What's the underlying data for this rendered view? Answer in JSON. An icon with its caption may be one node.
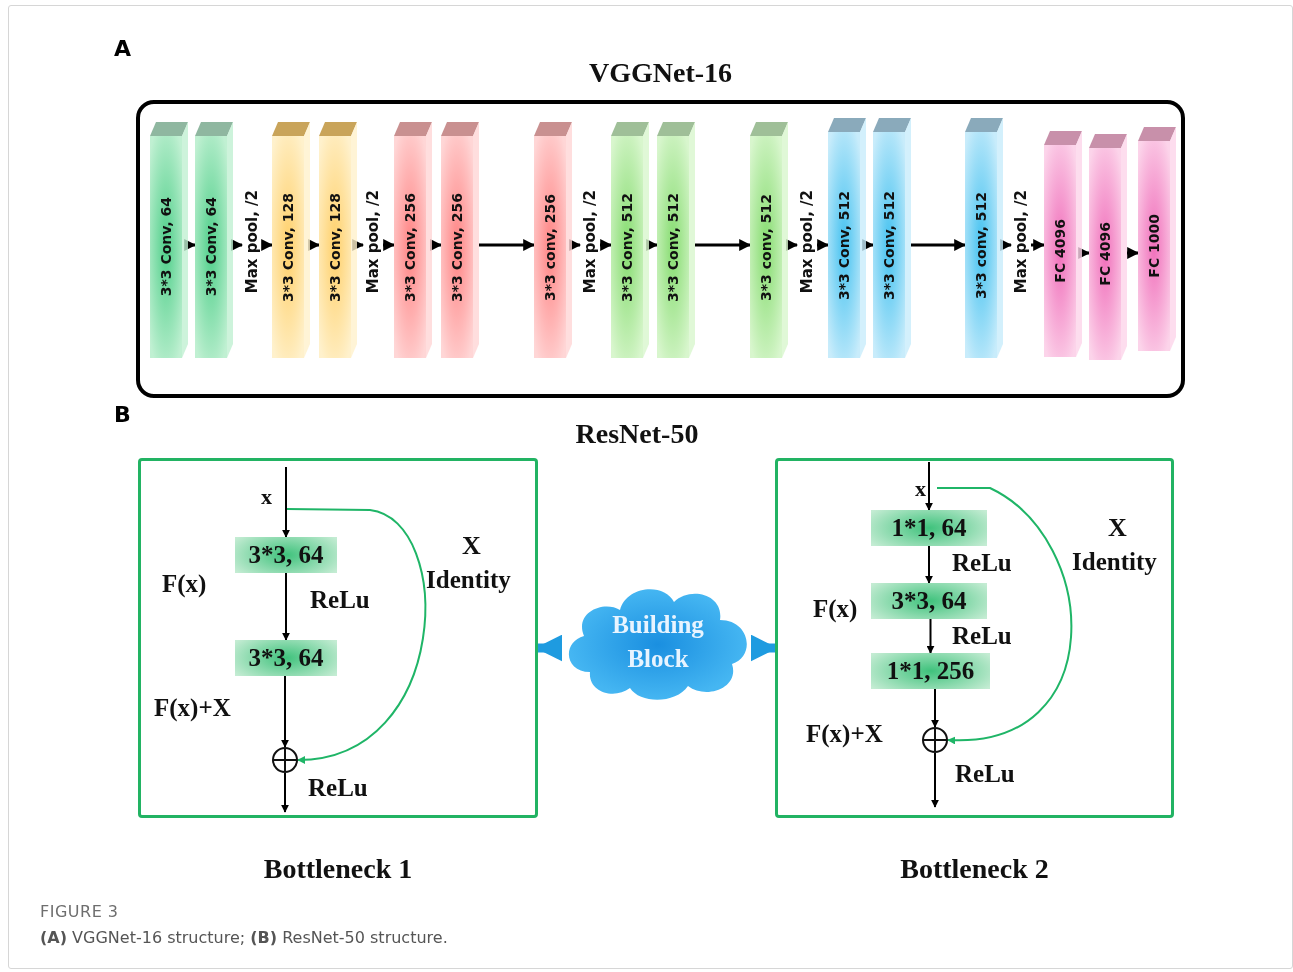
{
  "diagram": {
    "caption": "**(A)** VGGNet-16 structure; **(B)** ResNet-50 structure.",
    "nodes": [
      {
        "text": [
          "VGGNet-16"
        ]
      },
      {
        "text": [
          "3*3 Conv, 64"
        ],
        "in": 0
      },
      {
        "text": [
          "3*3 Conv, 64"
        ],
        "in": 0
      },
      {
        "text": [
          "Max pool, /2"
        ],
        "in": 0
      },
      {
        "text": [
          "3*3 Conv, 128"
        ],
        "in": 0
      },
      {
        "text": [
          "3*3 Conv, 128"
        ],
        "in": 0
      },
      {
        "text": [
          "Max pool, /2"
        ],
        "in": 0
      },
      {
        "text": [
          "3*3 Conv, 256"
        ],
        "in": 0
      },
      {
        "text": [
          "3*3 Conv, 256"
        ],
        "in": 0
      },
      {
        "text": [
          "3*3 conv, 256"
        ],
        "in": 0
      },
      {
        "text": [
          "Max pool, /2"
        ],
        "in": 0
      },
      {
        "text": [
          "3*3 Conv, 512"
        ],
        "in": 0
      },
      {
        "text": [
          "3*3 Conv, 512"
        ],
        "in": 0
      },
      {
        "text": [
          "3*3 conv, 512"
        ],
        "in": 0
      },
      {
        "text": [
          "Max pool, /2"
        ],
        "in": 0
      },
      {
        "text": [
          "3*3 Conv, 512"
        ],
        "in": 0
      },
      {
        "text": [
          "3*3 Conv, 512"
        ],
        "in": 0
      },
      {
        "text": [
          "3*3 conv, 512"
        ],
        "in": 0
      },
      {
        "text": [
          "Max pool, /2"
        ],
        "in": 0
      },
      {
        "text": [
          "FC 4096"
        ],
        "in": 0
      },
      {
        "text": [
          "FC 4096"
        ],
        "in": 0
      },
      {
        "text": [
          "FC 1000"
        ],
        "in": 0
      },
      {
        "text": [],
        "shape": "box",
        "beside": [
          "Bottleneck 1"
        ]
      },
      {
        "text": [
          "3*3, 64"
        ],
        "in": 22
      },
      {
        "text": [
          "3*3, 64"
        ],
        "in": 22
      },
      {
        "text": [],
        "shape": "circle",
        "in": 22
      },
      {
        "text": [
          "Building Block"
        ]
      },
      {
        "text": [],
        "shape": "box",
        "beside": [
          "Bottleneck 2"
        ]
      },
      {
        "text": [
          "1*1, 64"
        ],
        "in": 27
      },
      {
        "text": [
          "3*3, 64"
        ],
        "in": 27
      },
      {
        "text": [
          "1*1, 256"
        ],
        "in": 27
      },
      {
        "text": [],
        "shape": "circle",
        "in": 27
      }
    ],
    "edges": [
      {
        "from": 1,
        "to": 2,
        "arrow": "to"
      },
      {
        "from": 2,
        "to": 3,
        "arrow": "to"
      },
      {
        "from": 3,
        "to": 4,
        "arrow": "to"
      },
      {
        "from": 4,
        "to": 5,
        "arrow": "to"
      },
      {
        "from": 5,
        "to": 6,
        "arrow": "to"
      },
      {
        "from": 6,
        "to": 7,
        "arrow": "to"
      },
      {
        "from": 7,
        "to": 8,
        "arrow": "to"
      },
      {
        "from": 8,
        "to": 9,
        "arrow": "to"
      },
      {
        "from": 9,
        "to": 10,
        "arrow": "to"
      },
      {
        "from": 10,
        "to": 11,
        "arrow": "to"
      },
      {
        "from": 11,
        "to": 12,
        "arrow": "to"
      },
      {
        "from": 12,
        "to": 13,
        "arrow": "to"
      },
      {
        "from": 13,
        "to": 14,
        "arrow": "to"
      },
      {
        "from": 14,
        "to": 15,
        "arrow": "to"
      },
      {
        "from": 15,
        "to": 16,
        "arrow": "to"
      },
      {
        "from": 16,
        "to": 17,
        "arrow": "to"
      },
      {
        "from": 17,
        "to": 18,
        "arrow": "to"
      },
      {
        "from": 18,
        "to": 19,
        "arrow": "to"
      },
      {
        "from": 19,
        "to": 20,
        "arrow": "to"
      },
      {
        "from": 20,
        "to": 21,
        "arrow": "to"
      },
      {
        "from": 26,
        "to": 22,
        "arrow": "to",
        "style": "thick",
        "color": "#1e9be0"
      },
      {
        "from": 26,
        "to": 27,
        "arrow": "to",
        "style": "thick",
        "color": "#1e9be0"
      },
      {
        "from": null,
        "to": 23,
        "arrow": "to"
      },
      {
        "from": 23,
        "to": 24,
        "arrow": "to"
      },
      {
        "from": 24,
        "to": 25,
        "arrow": "to"
      },
      {
        "from": null,
        "to": 25,
        "arrow": "to",
        "color": "#1fb567"
      },
      {
        "from": 25,
        "to": null,
        "arrow": "to"
      },
      {
        "from": null,
        "to": 28,
        "arrow": "to"
      },
      {
        "from": 28,
        "to": 29,
        "arrow": "to"
      },
      {
        "from": 29,
        "to": 30,
        "arrow": "to"
      },
      {
        "from": 30,
        "to": 31,
        "arrow": "to"
      },
      {
        "from": null,
        "to": 31,
        "arrow": "to",
        "color": "#1fb567"
      },
      {
        "from": 31,
        "to": null,
        "arrow": "to"
      }
    ],
    "labels": [
      "A",
      "B",
      "ResNet-50",
      "x",
      "F(x)",
      "ReLu",
      "X",
      "Identity",
      "F(x)+X",
      "ReLu",
      "x",
      "X",
      "Identity",
      "ReLu",
      "F(x)",
      "ReLu",
      "F(x)+X",
      "ReLu",
      "FIGURE 3"
    ]
  }
}
